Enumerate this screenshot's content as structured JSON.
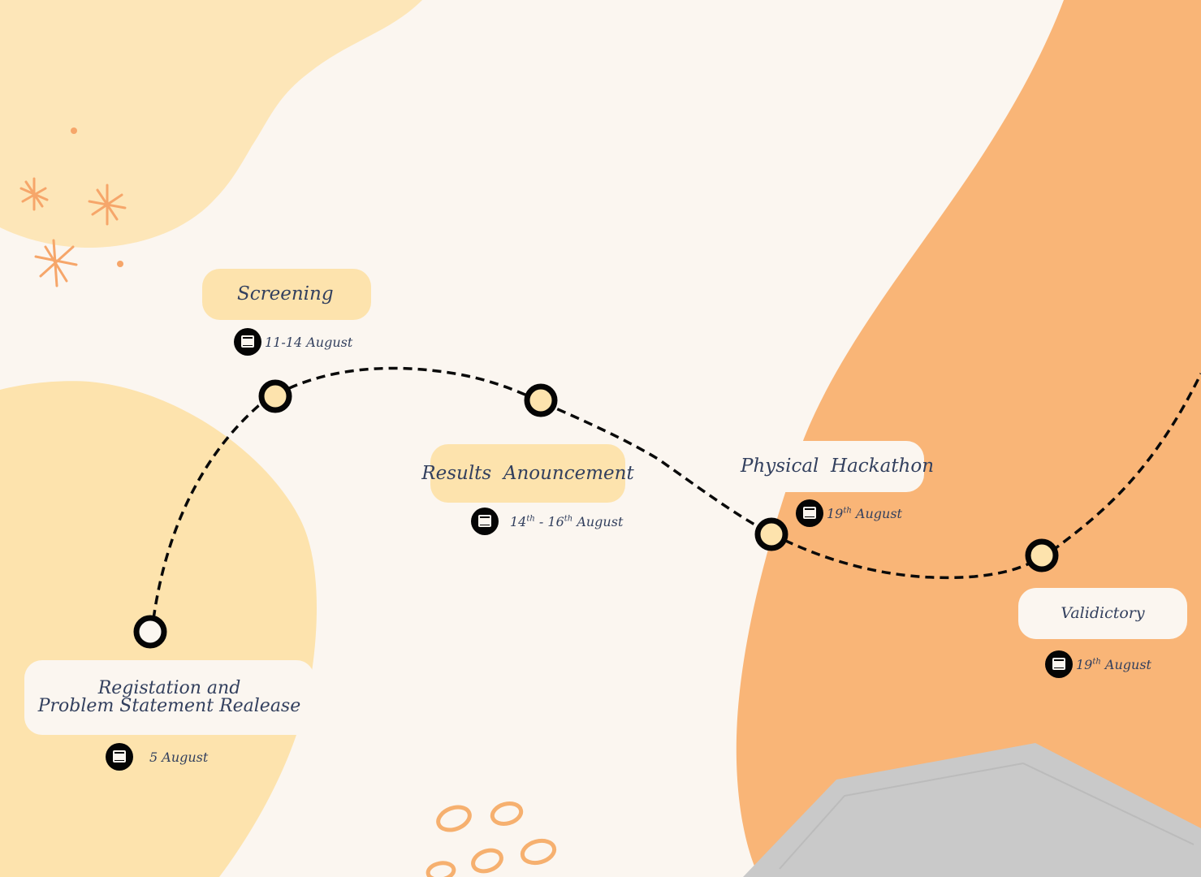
{
  "milestones": [
    {
      "title": "Registation and Problem Statement Realease",
      "title_line1": "Registation and",
      "title_line2": "Problem Statement Realease",
      "date": "5 August"
    },
    {
      "title": "Screening",
      "date": "11-14 August"
    },
    {
      "title": "Results  Anouncement",
      "date_start": "14",
      "date_start_sup": "th",
      "date_sep": " - ",
      "date_end": "16",
      "date_end_sup": "th",
      "date_suffix": " August"
    },
    {
      "title": "Physical  Hackathon",
      "date_day": "19",
      "date_sup": "th",
      "date_suffix": " August"
    },
    {
      "title": "Validictory",
      "date_day": "19",
      "date_sup": "th",
      "date_suffix": " August"
    }
  ],
  "icons": {
    "calendar": "calendar-icon",
    "node": "milestone-node",
    "decor_star": "star-icon",
    "decor_ring": "ring-icon"
  },
  "colors": {
    "background": "#fbf6f0",
    "peach": "#fde6b8",
    "orange": "#f9b577",
    "navy_text": "#33405e",
    "node_fill": "#fde3ad",
    "line": "#0a0a0a"
  }
}
